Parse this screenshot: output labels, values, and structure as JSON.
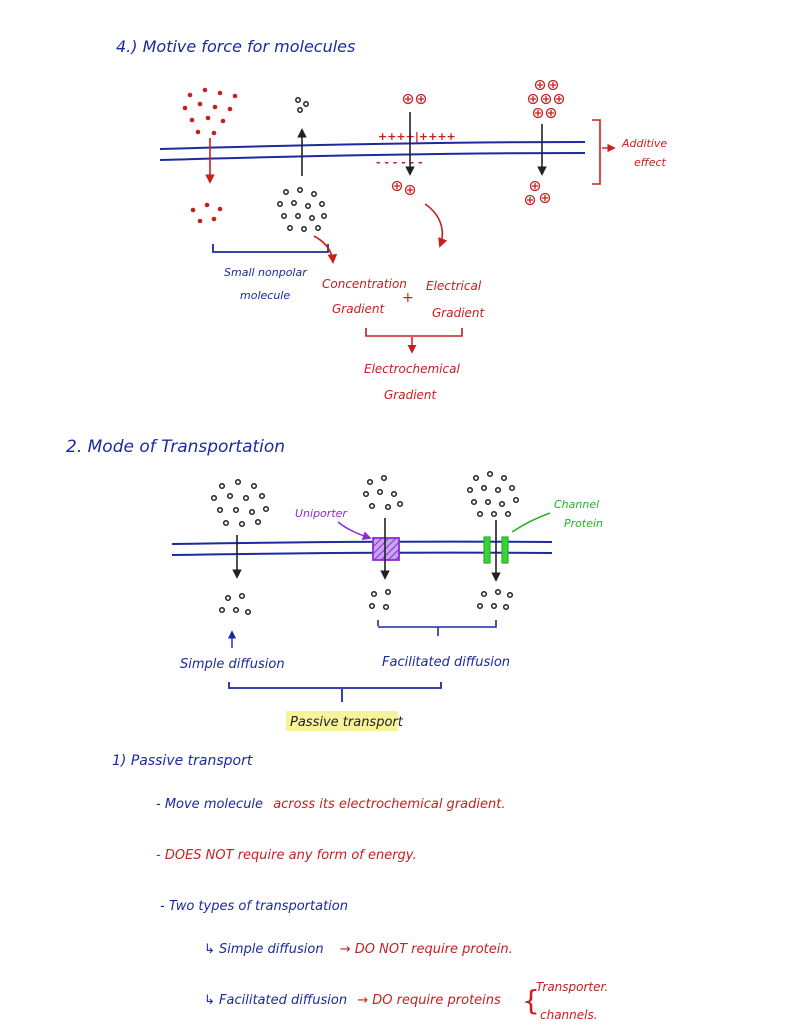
{
  "section1": {
    "title": "4.) Motive force for molecules",
    "membrane_signs_top": "++++|++++",
    "membrane_signs_bottom": "- - - - - -",
    "additive_effect_line1": "Additive",
    "additive_effect_line2": "effect",
    "small_nonpolar_line1": "Small nonpolar",
    "small_nonpolar_line2": "molecule",
    "concentration_line1": "Concentration",
    "concentration_line2": "Gradient",
    "plus_sign": "+",
    "electrical_line1": "Electrical",
    "electrical_line2": "Gradient",
    "electrochemical_line1": "Electrochemical",
    "electrochemical_line2": "Gradient"
  },
  "section2": {
    "title": "2. Mode of Transportation",
    "uniporter_label": "Uniporter",
    "channel_line1": "Channel",
    "channel_line2": "Protein",
    "simple_diffusion_label": "Simple diffusion",
    "facilitated_diffusion_label": "Facilitated diffusion",
    "passive_transport_label": "Passive transport"
  },
  "notes": {
    "heading": "1) Passive transport",
    "bullet1_blue": "- Move molecule",
    "bullet1_red": "across its electrochemical gradient.",
    "bullet2": "- DOES NOT require any form of energy.",
    "bullet3": "- Two types of transportation",
    "sub1_blue": "↳ Simple diffusion",
    "sub1_red": "→ DO NOT require protein.",
    "sub2_blue": "↳ Facilitated diffusion",
    "sub2_red": "→ DO require proteins",
    "brace": "{",
    "sub2_item1": "Transporter.",
    "sub2_item2": "channels."
  },
  "colors": {
    "blue_ink": "#1b2a9e",
    "red_ink": "#c81e1e",
    "green_ink": "#22b422",
    "purple_ink": "#8a2bd8",
    "highlight": "#f6f39a",
    "black_ink": "#222222"
  }
}
